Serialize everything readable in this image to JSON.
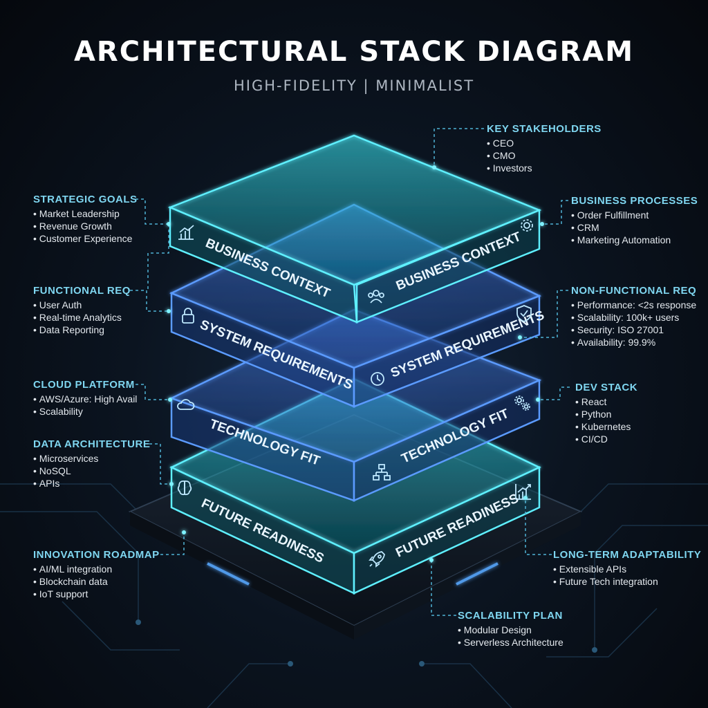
{
  "header": {
    "title": "ARCHITECTURAL STACK DIAGRAM",
    "subtitle": "HIGH-FIDELITY | MINIMALIST"
  },
  "layers": [
    {
      "name": "BUSINESS CONTEXT",
      "left_icon": "chart-icon",
      "right_icon": "people-icon",
      "corner_icon": "gear-icon"
    },
    {
      "name": "SYSTEM REQUIREMENTS",
      "left_icon": "lock-icon",
      "right_icon": "clock-icon",
      "corner_icon": "shield-icon"
    },
    {
      "name": "TECHNOLOGY FIT",
      "left_icon": "cloud-icon",
      "right_icon": "network-icon",
      "corner_icon": "gears-icon"
    },
    {
      "name": "FUTURE READINESS",
      "left_icon": "brain-icon",
      "right_icon": "rocket-icon",
      "corner_icon": "growth-chart-icon"
    }
  ],
  "annotations": {
    "key_stakeholders": {
      "title": "KEY STAKEHOLDERS",
      "items": [
        "CEO",
        "CMO",
        "Investors"
      ]
    },
    "strategic_goals": {
      "title": "STRATEGIC GOALS",
      "items": [
        "Market Leadership",
        "Revenue Growth",
        "Customer Experience"
      ]
    },
    "business_processes": {
      "title": "BUSINESS PROCESSES",
      "items": [
        "Order Fulfillment",
        "CRM",
        "Marketing Automation"
      ]
    },
    "functional_req": {
      "title": "FUNCTIONAL REQ",
      "items": [
        "User Auth",
        "Real-time Analytics",
        "Data Reporting"
      ]
    },
    "non_functional_req": {
      "title": "NON-FUNCTIONAL REQ",
      "items": [
        "Performance: <2s response",
        "Scalability: 100k+ users",
        "Security: ISO 27001",
        "Availability: 99.9%"
      ]
    },
    "cloud_platform": {
      "title": "CLOUD PLATFORM",
      "items": [
        "AWS/Azure: High Avail",
        "Scalability"
      ]
    },
    "dev_stack": {
      "title": "DEV STACK",
      "items": [
        "React",
        "Python",
        "Kubernetes",
        "CI/CD"
      ]
    },
    "data_architecture": {
      "title": "DATA ARCHITECTURE",
      "items": [
        "Microservices",
        "NoSQL",
        "APIs"
      ]
    },
    "innovation_roadmap": {
      "title": "INNOVATION ROADMAP",
      "items": [
        "AI/ML integration",
        "Blockchain data",
        "IoT support"
      ]
    },
    "long_term_adaptability": {
      "title": "LONG-TERM ADAPTABILITY",
      "items": [
        "Extensible APIs",
        "Future Tech integration"
      ]
    },
    "scalability_plan": {
      "title": "SCALABILITY PLAN",
      "items": [
        "Modular Design",
        "Serverless Architecture"
      ]
    }
  },
  "colors": {
    "accent_cyan": "#3ee0f0",
    "accent_blue": "#3f8cff",
    "heading_text": "#7fd6f0",
    "background": "#0b1420"
  }
}
